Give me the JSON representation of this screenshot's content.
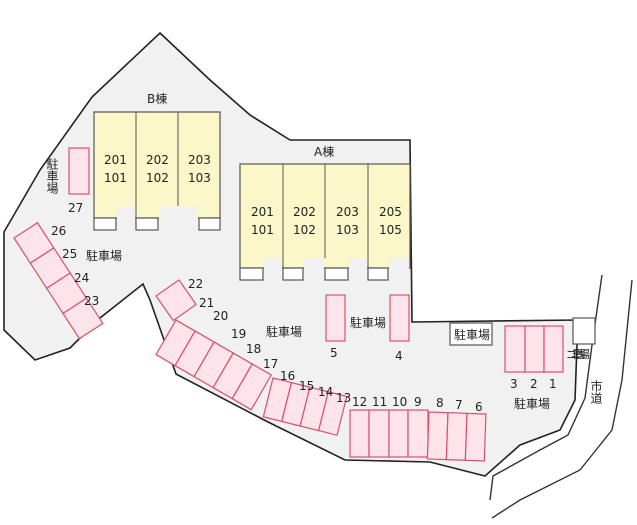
{
  "building_b": {
    "label": "B棟",
    "units": [
      {
        "upper": "201",
        "lower": "101"
      },
      {
        "upper": "202",
        "lower": "102"
      },
      {
        "upper": "203",
        "lower": "103"
      }
    ]
  },
  "building_a": {
    "label": "A棟",
    "units": [
      {
        "upper": "201",
        "lower": "101"
      },
      {
        "upper": "202",
        "lower": "102"
      },
      {
        "upper": "203",
        "lower": "103"
      },
      {
        "upper": "205",
        "lower": "105"
      }
    ]
  },
  "parking_label": "駐車場",
  "garbage_label": "ゴミ置場",
  "road_label": "市道",
  "stall_numbers": [
    "1",
    "2",
    "3",
    "4",
    "5",
    "6",
    "7",
    "8",
    "9",
    "10",
    "11",
    "12",
    "13",
    "14",
    "15",
    "16",
    "17",
    "18",
    "19",
    "20",
    "21",
    "22",
    "23",
    "24",
    "25",
    "26",
    "27"
  ],
  "colors": {
    "building": "#fbf7c8",
    "stall": "#fde3ea",
    "stall_border": "#d9506e",
    "ground": "#f1f1f1"
  }
}
